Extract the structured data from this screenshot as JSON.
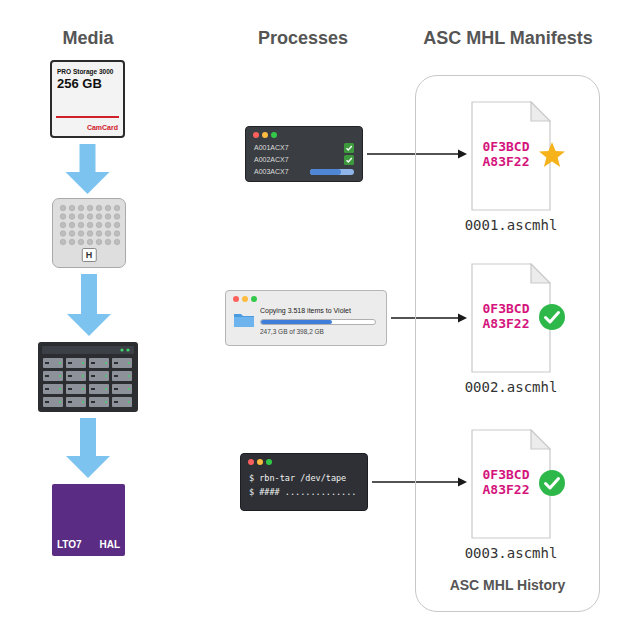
{
  "diagram": {
    "nodes": [
      {
        "text": [
          "PRO Storage 3000",
          "256 GB",
          "CamCard"
        ]
      },
      {
        "text": [
          "H"
        ]
      },
      {
        "text": [
          "LTO7",
          "HAL"
        ]
      },
      {
        "text": [
          "A001ACX7",
          "A002ACX7",
          "A003ACX7"
        ]
      },
      {
        "text": [
          "Copying 3.518 items to Violet",
          "247,3 GB of 398,2 GB"
        ]
      },
      {
        "text": [
          "$ rbn-tar /dev/tape",
          "$ #### .............."
        ]
      },
      {
        "text": [
          "ASC MHL History"
        ]
      },
      {
        "text": [
          "0F3BCD A83F22",
          "0001.ascmhl"
        ],
        "in": 6
      },
      {
        "text": [
          "0F3BCD A83F22",
          "0002.ascmhl"
        ],
        "in": 6
      },
      {
        "text": [
          "0F3BCD A83F22",
          "0003.ascmhl"
        ],
        "in": 6
      }
    ],
    "edges": [
      {
        "from": 0,
        "to": 1,
        "arrow": "to"
      },
      {
        "from": 3,
        "to": 7,
        "arrow": "to"
      },
      {
        "from": 4,
        "to": 8,
        "arrow": "to"
      },
      {
        "from": 5,
        "to": 9,
        "arrow": "to"
      }
    ],
    "labels": [
      "Media",
      "Processes",
      "ASC MHL Manifests"
    ]
  }
}
